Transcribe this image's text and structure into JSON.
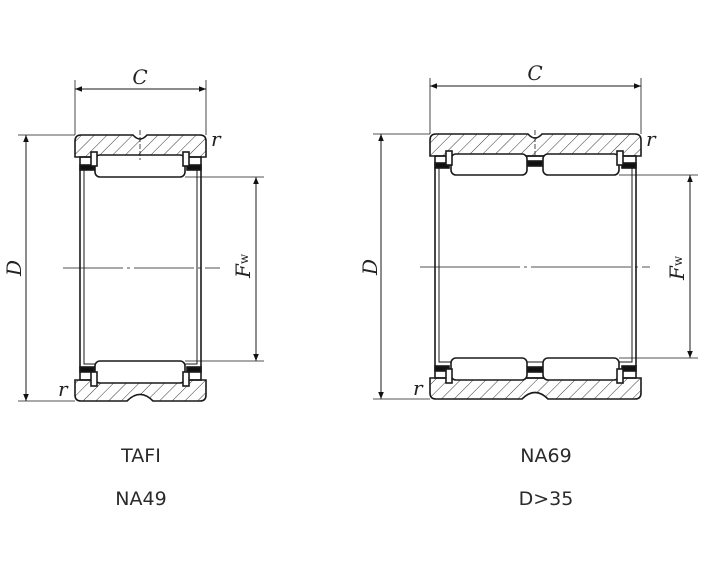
{
  "diagrams": [
    {
      "name": "TAFI / NA49",
      "dim_width": "C",
      "dim_outer": "D",
      "dim_fw": "F",
      "dim_fw_sub": "w",
      "radius": "r",
      "caption_top": "TAFI",
      "caption_bottom": "NA49",
      "rows_of_rollers": 1
    },
    {
      "name": "NA69",
      "dim_width": "C",
      "dim_outer": "D",
      "dim_fw": "F",
      "dim_fw_sub": "w",
      "radius": "r",
      "caption_top": "NA69",
      "caption_bottom": "D>35",
      "rows_of_rollers": 2
    }
  ],
  "colors": {
    "line": "#1a1a1a"
  }
}
